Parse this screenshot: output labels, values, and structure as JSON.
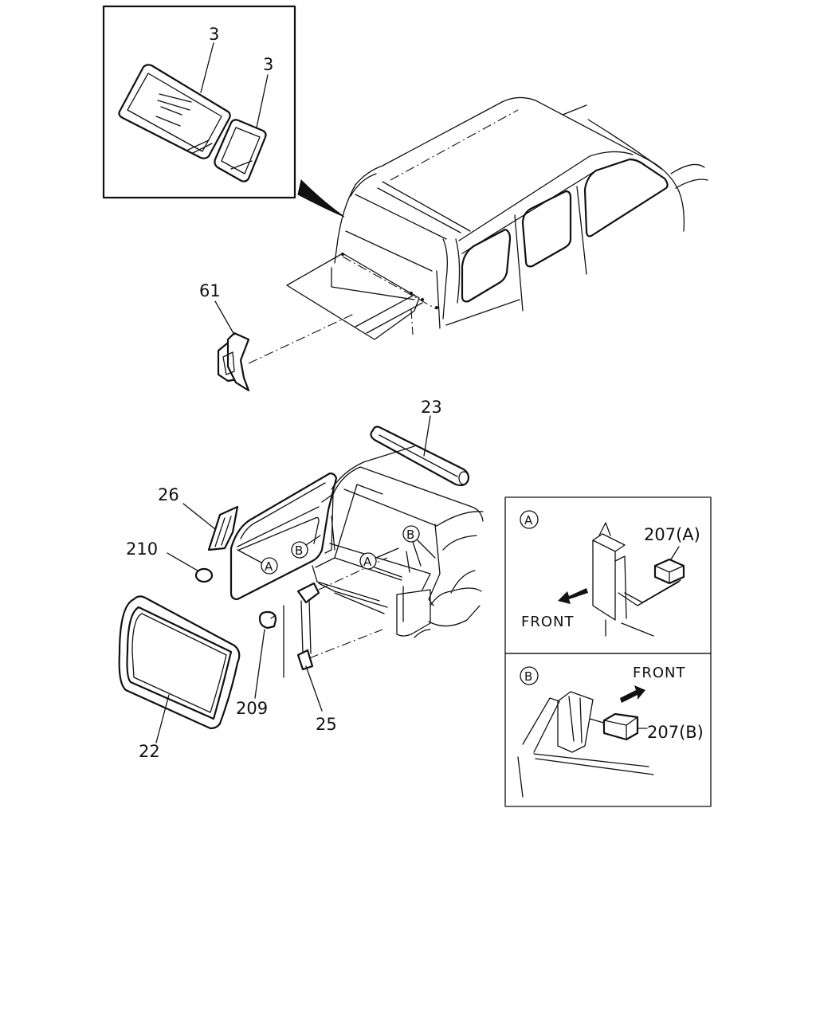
{
  "callouts": {
    "glass_inset_a": "3",
    "glass_inset_b": "3",
    "trim_clip": "61",
    "weatherstrip_roll": "23",
    "molding": "26",
    "grommet": "210",
    "quarter_glass": "22",
    "fastener": "209",
    "hinge_bracket": "25"
  },
  "detail_views": {
    "a": {
      "marker": "A",
      "part_label": "207(A)",
      "direction": "FRONT"
    },
    "b": {
      "marker": "B",
      "part_label": "207(B)",
      "direction": "FRONT"
    }
  },
  "reference_markers": {
    "door_a": "A",
    "door_b": "B",
    "body_a": "A",
    "body_b": "B"
  }
}
